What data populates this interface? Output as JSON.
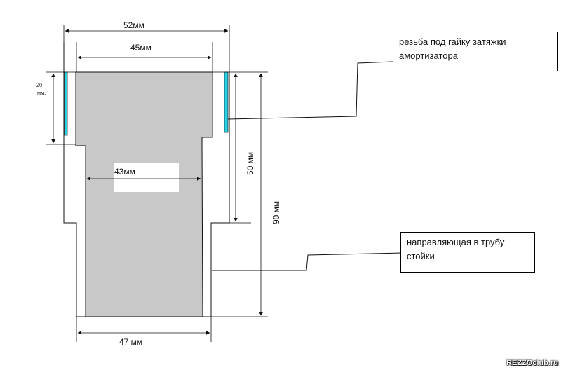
{
  "dimensions": {
    "d52": "52мм",
    "d45": "45мм",
    "d43": "43мм",
    "d47": "47 мм",
    "h20": "20",
    "h20_unit": "мм.",
    "h50": "50 мм",
    "h90": "90 мм"
  },
  "callouts": {
    "thread": "резьба под гайку затяжки амортизатора",
    "guide": "направляющая в трубу стойки"
  },
  "watermark": "REZZOclub.ru",
  "colors": {
    "body_fill": "#c8c8c8",
    "thread_marks": "#29d3e6",
    "outline": "#000000"
  }
}
